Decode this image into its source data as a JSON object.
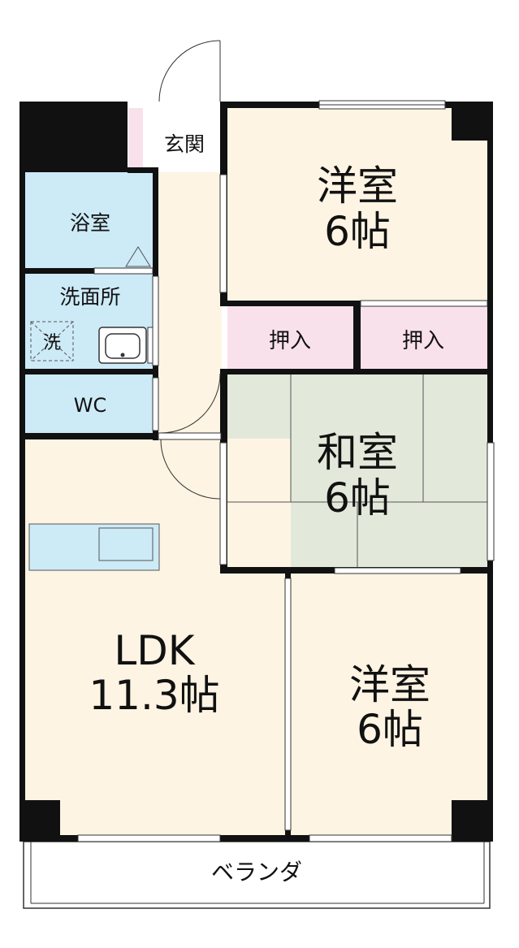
{
  "floorplan": {
    "rooms": {
      "western_room_top": {
        "name": "洋室",
        "size": "6帖"
      },
      "closet_left": {
        "name": "押入"
      },
      "closet_right": {
        "name": "押入"
      },
      "japanese_room": {
        "name": "和室",
        "size": "6帖"
      },
      "ldk": {
        "name": "LDK",
        "size": "11.3帖"
      },
      "western_room_bottom": {
        "name": "洋室",
        "size": "6帖"
      },
      "entrance": {
        "name": "玄関"
      },
      "bathroom": {
        "name": "浴室"
      },
      "washroom": {
        "name": "洗面所"
      },
      "washer": {
        "name": "洗"
      },
      "toilet": {
        "name": "WC"
      },
      "balcony": {
        "name": "ベランダ"
      }
    },
    "colors": {
      "wall": "#111111",
      "wood_floor": "#fdf4e3",
      "tatami": "#e3e9da",
      "closet": "#f9e1ec",
      "wet_area": "#cdeaf7",
      "entrance": "#ffffff",
      "entrance_accent": "#f9e1ec"
    }
  }
}
